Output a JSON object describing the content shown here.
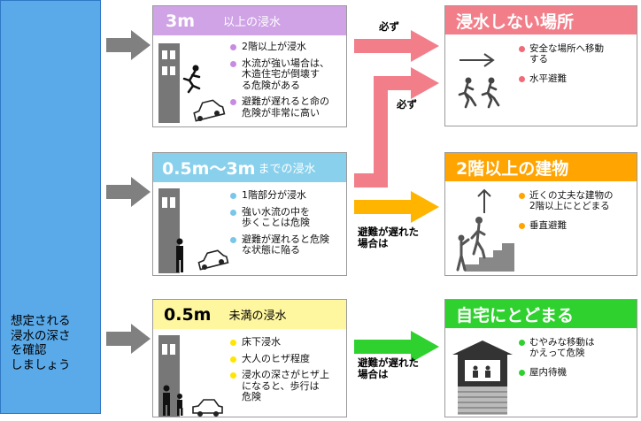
{
  "left": {
    "title": "避\n難\n行\n動\nの\n心\n得",
    "subtitle": "想定される\n浸水の深さ\nを確認\nしましょう"
  },
  "levels": [
    {
      "num": "3m",
      "suffix": "以上の浸水",
      "items": [
        "2階以上が浸水",
        "水流が強い場合は、\n木造住宅が倒壊す\nる危険がある",
        "避難が遅れると命の\n危険が非常に高い"
      ]
    },
    {
      "num": "0.5m〜3m",
      "suffix": "までの浸水",
      "items": [
        "1階部分が浸水",
        "強い水流の中を\n歩くことは危険",
        "避難が遅れると危険\nな状態に陥る"
      ]
    },
    {
      "num": "0.5m",
      "suffix": "未満の浸水",
      "items": [
        "床下浸水",
        "大人のヒザ程度",
        "浸水の深さがヒザ上\nになると、歩行は\n危険"
      ]
    }
  ],
  "arrow_labels": {
    "must_top": "必ず",
    "must_mid": "必ず",
    "if_late_mid": "避難が遅れた\n場合は",
    "if_late_bottom": "避難が遅れた\n場合は"
  },
  "destinations": [
    {
      "title": "浸水しない場所",
      "items": [
        "安全な場所へ移動\nする",
        "水平避難"
      ]
    },
    {
      "title": "2階以上の建物",
      "items": [
        "近くの丈夫な建物の\n2階以上にとどまる",
        "垂直避難"
      ]
    },
    {
      "title": "自宅にとどまる",
      "items": [
        "むやみな移動は\nかえって危険",
        "屋内待機"
      ]
    }
  ],
  "colors": {
    "left_panel": "#5aa9e8",
    "level_3m": "#cfa3e6",
    "level_mid": "#89d0ec",
    "level_low": "#fff7a0",
    "dest_safe": "#f27e8a",
    "dest_vertical": "#ffa400",
    "dest_home": "#2fd12f",
    "gray_arrow": "#808080"
  }
}
